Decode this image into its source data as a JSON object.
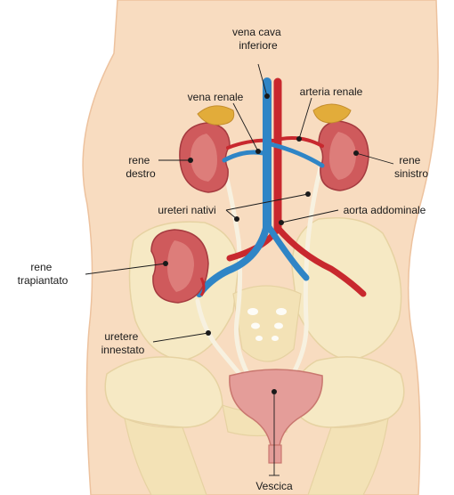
{
  "labels": {
    "vena_cava": [
      "vena cava",
      "inferiore"
    ],
    "vena_renale": "vena renale",
    "arteria_renale": "arteria renale",
    "rene_destro": [
      "rene",
      "destro"
    ],
    "rene_sinistro": [
      "rene",
      "sinistro"
    ],
    "ureteri_nativi": "ureteri nativi",
    "aorta_addominale": "aorta addominale",
    "rene_trapiantato": [
      "rene",
      "trapiantato"
    ],
    "uretere_innestato": [
      "uretere",
      "innestato"
    ],
    "vescica": "Vescica"
  },
  "colors": {
    "skin": "#f8dcc0",
    "skin_edge": "#edc29e",
    "bone": "#f6e9c4",
    "bone_shadow": "#e6d2a2",
    "kidney": "#cf5a5c",
    "kidney_dark": "#a53a3f",
    "kidney_inner": "#e08682",
    "adrenal": "#e2ac3a",
    "vein": "#2f85c6",
    "artery": "#c8282e",
    "ureter": "#f7f1e0",
    "bladder": "#e49d99"
  }
}
